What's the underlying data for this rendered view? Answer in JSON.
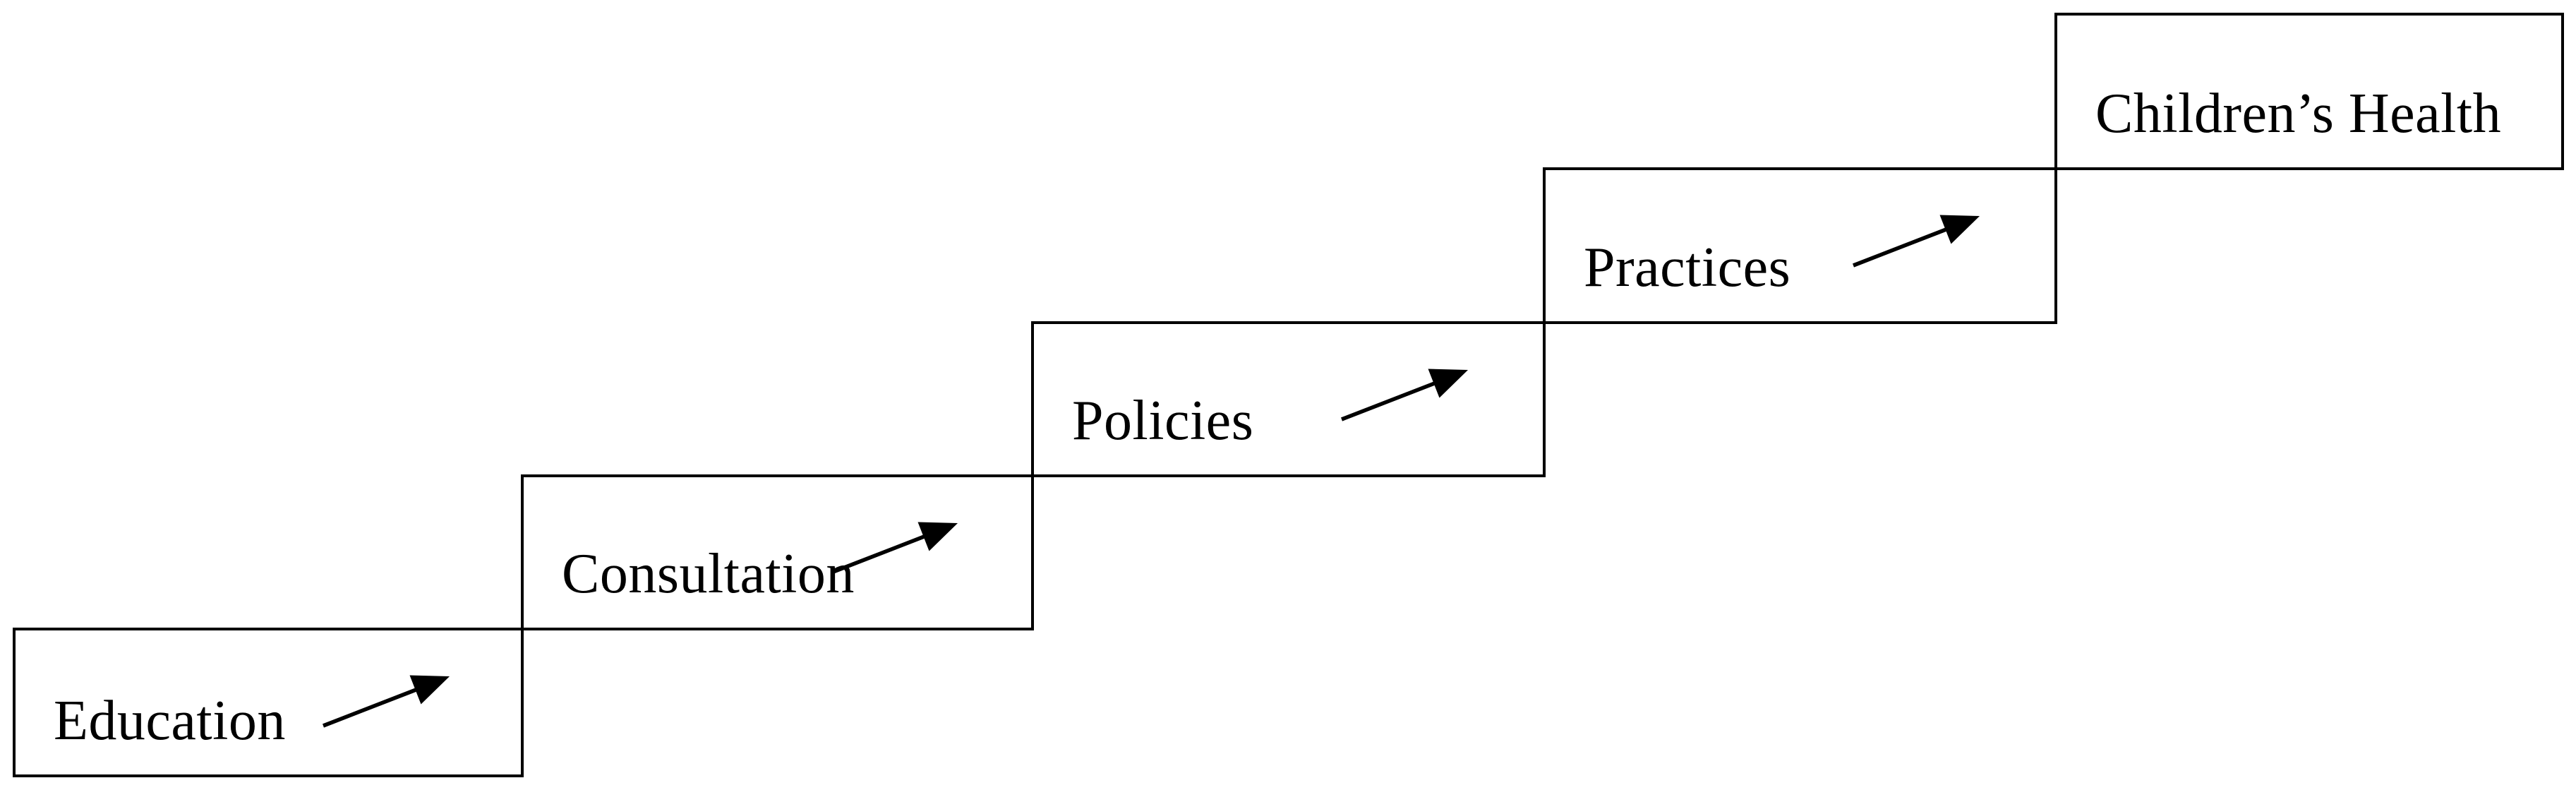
{
  "diagram": {
    "type": "stair-step",
    "description": "Five stacked stair-step boxes ascending left-to-right, each feeding into the next",
    "steps": [
      {
        "label": "Education",
        "has_arrow": true,
        "arrow_icon": "up-right-arrow-icon"
      },
      {
        "label": "Consultation",
        "has_arrow": true,
        "arrow_icon": "up-right-arrow-icon"
      },
      {
        "label": "Policies",
        "has_arrow": true,
        "arrow_icon": "up-right-arrow-icon"
      },
      {
        "label": "Practices",
        "has_arrow": true,
        "arrow_icon": "up-right-arrow-icon"
      },
      {
        "label": "Children’s Health",
        "has_arrow": false,
        "arrow_icon": null
      }
    ],
    "colors": {
      "border": "#000000",
      "text": "#000000",
      "background": "#ffffff"
    }
  }
}
